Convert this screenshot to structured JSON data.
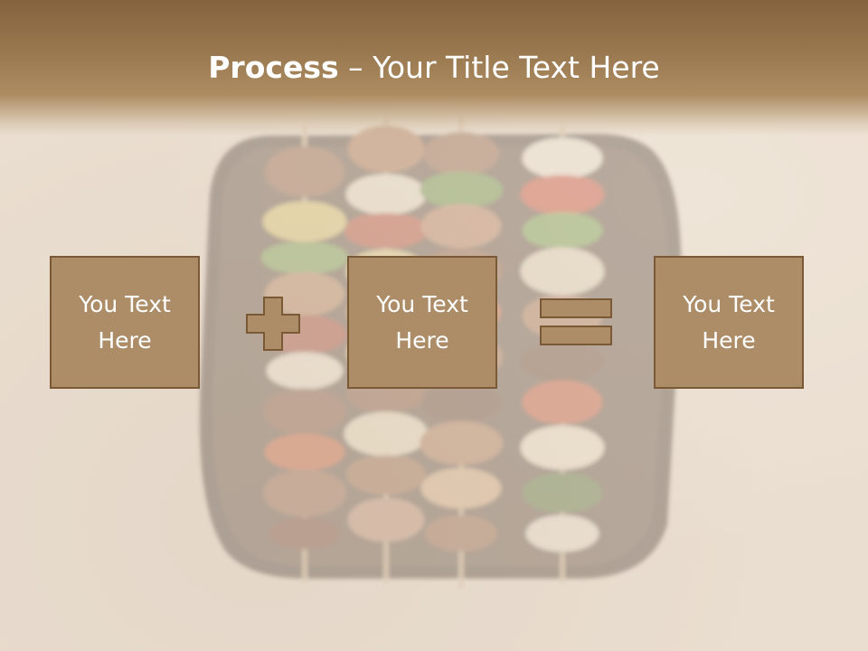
{
  "slide": {
    "title_strong": "Process",
    "title_separator": " – ",
    "title_rest": "Your Title Text Here"
  },
  "boxes": [
    {
      "label": "You Text Here"
    },
    {
      "label": "You Text Here"
    },
    {
      "label": "You Text Here"
    }
  ],
  "operators": [
    "plus-icon",
    "equals-icon"
  ],
  "colors": {
    "header": "#97764d",
    "box_fill": "#ac8d68",
    "box_border": "#7a5a36",
    "background": "#e9ddcf",
    "text": "#ffffff"
  }
}
